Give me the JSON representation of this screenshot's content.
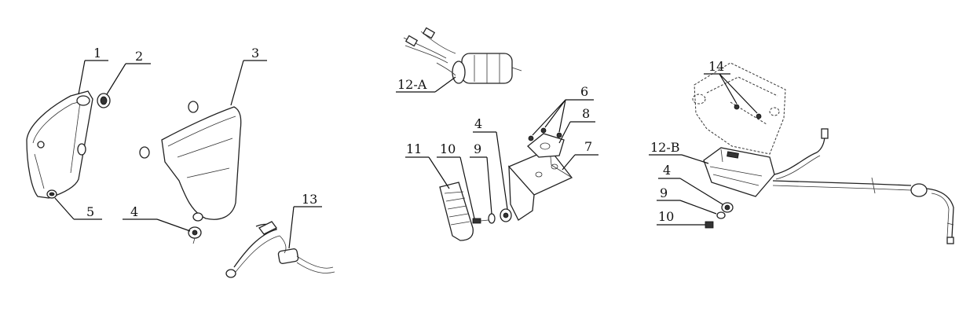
{
  "callouts": {
    "c1": "1",
    "c2": "2",
    "c3": "3",
    "c4a": "4",
    "c5": "5",
    "c13": "13",
    "c12a": "12-A",
    "c6": "6",
    "c8": "8",
    "c4b": "4",
    "c11": "11",
    "c10a": "10",
    "c9a": "9",
    "c7": "7",
    "c14": "14",
    "c12b": "12-B",
    "c4c": "4",
    "c9b": "9",
    "c10b": "10"
  }
}
